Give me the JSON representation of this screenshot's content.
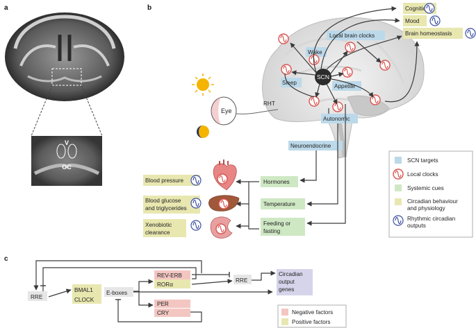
{
  "panel_labels": {
    "a": "a",
    "b": "b",
    "c": "c"
  },
  "mri": {
    "v_label": "V",
    "oc_label": "OC"
  },
  "outputs": {
    "cognition": "Cognition",
    "mood": "Mood",
    "brain_homeostasis": "Brain homeostasis"
  },
  "scn_targets": {
    "local_brain_clocks": "Local brain clocks",
    "wake": "Wake",
    "sleep": "Sleep",
    "appetite": "Appetite",
    "autonomic": "Autonomic",
    "neuroendocrine": "Neuroendocrine"
  },
  "scn": "SCN",
  "eye": {
    "label": "Eye",
    "rht": "RHT"
  },
  "cues": {
    "hormones": "Hormones",
    "temperature": "Temperature",
    "feeding_line1": "Feeding or",
    "feeding_line2": "fasting"
  },
  "peripheral": {
    "blood_pressure": "Blood pressure",
    "glucose_line1": "Blood glucose",
    "glucose_line2": "and triglycerides",
    "xeno_line1": "Xenobiotic",
    "xeno_line2": "clearance"
  },
  "legend": {
    "scn_targets": "SCN targets",
    "local_clocks": "Local clocks",
    "systemic_cues": "Systemic cues",
    "behaviour_line1": "Circadian behaviour",
    "behaviour_line2": "and physiology",
    "rhythmic_line1": "Rhythmic circadian",
    "rhythmic_line2": "outputs"
  },
  "panel_c": {
    "rre_left": "RRE",
    "bmal1": "BMAL1",
    "clock": "CLOCK",
    "eboxes": "E-boxes",
    "rev_erb": "REV-ERB",
    "ror": "RORα",
    "rre_right": "RRE",
    "output_line1": "Circadian",
    "output_line2": "output",
    "output_line3": "genes",
    "per": "PER",
    "cry": "CRY",
    "legend_negative": "Negative factors",
    "legend_positive": "Positive factors"
  },
  "colors": {
    "scn_target_box": "#bcd9ea",
    "local_clock": "#d9534f",
    "systemic_cue": "#cfe8c4",
    "behaviour_box": "#e8e7b0",
    "rhythmic_icon": "#3b4fa0",
    "negative_factor": "#f3c6c2",
    "output_genes": "#d6d4ea"
  }
}
